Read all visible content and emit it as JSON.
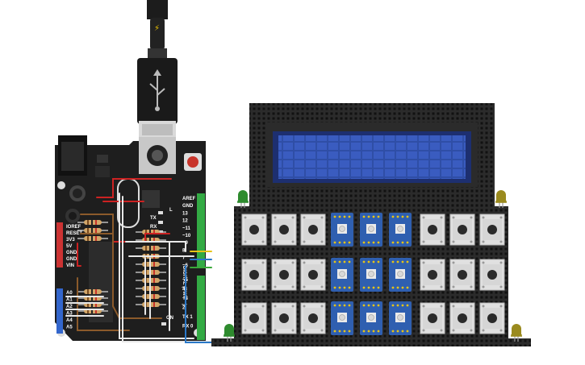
{
  "scene": {
    "usb_plug": {
      "icon": "lightning-icon",
      "symbol": "⚡"
    },
    "reset_button": {
      "name": "reset"
    },
    "power_header_labels": [
      "IOREF",
      "RESET",
      "3V3",
      "5V",
      "GND",
      "GND",
      "VIN"
    ],
    "analog_header_labels": [
      "A0",
      "A1",
      "A2",
      "A3",
      "A4",
      "A5"
    ],
    "digital_header_labels": [
      "AREF",
      "GND",
      "13",
      "12",
      "~11",
      "~10",
      "~9",
      "8",
      "7",
      "~6",
      "~5",
      "4",
      "~3",
      "2",
      "TX 1",
      "RX 0"
    ],
    "board_text": {
      "digital": "DIGITAL (PWM ~)",
      "on": "ON",
      "tx": "TX",
      "rx": "RX",
      "l": "L"
    },
    "lcd": {
      "rows": 2,
      "columns": 16,
      "text_line_1": "",
      "text_line_2": ""
    },
    "button_grid": {
      "rows": 3,
      "columns": 9,
      "cells": [
        [
          "button",
          "button",
          "button",
          "rgb-led",
          "rgb-led",
          "rgb-led",
          "button",
          "button",
          "button"
        ],
        [
          "button",
          "button",
          "button",
          "rgb-led",
          "rgb-led",
          "rgb-led",
          "button",
          "button",
          "button"
        ],
        [
          "button",
          "button",
          "button",
          "rgb-led",
          "rgb-led",
          "rgb-led",
          "button",
          "button",
          "button"
        ]
      ]
    },
    "leds": [
      {
        "name": "green-led-top-left",
        "color": "#2e8b2e"
      },
      {
        "name": "yellow-led-top-right",
        "color": "#9a8a1e"
      },
      {
        "name": "green-led-bottom-left",
        "color": "#2e8b2e"
      },
      {
        "name": "yellow-led-bottom-right",
        "color": "#9a8a1e"
      }
    ],
    "colors": {
      "breadboard": "#2b2b2b",
      "breadboard_hole": "#121212",
      "arduino_pcb": "#1f1f1f",
      "lcd_screen": "#3355aa",
      "wire_red": "#cc2222",
      "wire_brown": "#8b5a2b",
      "wire_white": "#e8e8e8",
      "wire_yellow": "#e6c417",
      "wire_blue": "#2a78c8",
      "wire_green": "#3aa83a",
      "header_red": "#cc3333",
      "header_blue": "#3366cc",
      "header_green": "#33aa44"
    }
  }
}
